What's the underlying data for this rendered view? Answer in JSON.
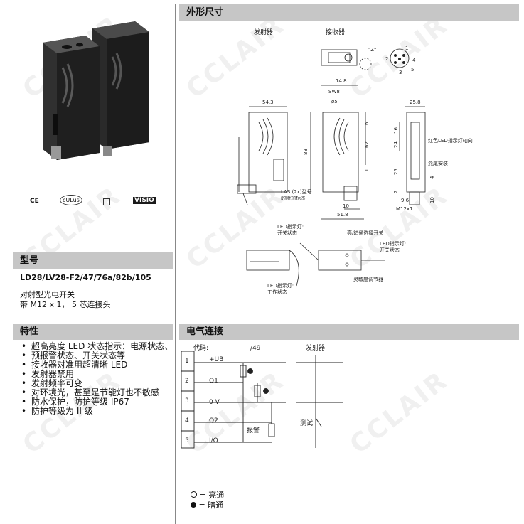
{
  "sections": {
    "dimensions": "外形尺寸",
    "model": "型号",
    "features": "特性",
    "electrical": "电气连接"
  },
  "left": {
    "cert_ce": "CE",
    "cert_ul": "cULus",
    "cert_sq": "▫",
    "cert_visio": "VISIO",
    "model_code": "LD28/LV28-F2/47/76a/82b/105",
    "desc_line1": "对射型光电开关",
    "desc_line2": "带 M12 x 1， 5 芯连接头",
    "features": [
      "超高亮度 LED 状态指示：电源状态、",
      "预报警状态、开关状态等",
      "接收器对准用超清晰 LED",
      "发射器禁用",
      "发射频率可变",
      "对环境光，甚至是节能灯也不敏感",
      "防水保护，防护等级 IP67",
      "防护等级为 II 级"
    ]
  },
  "drawing": {
    "transmitter": "发射器",
    "receiver": "接收器",
    "z_label": "\"Z\"",
    "pins": [
      "1",
      "2",
      "3",
      "4",
      "5"
    ],
    "dims": {
      "d543": "54.3",
      "d148": "14.8",
      "sw8": "SW8",
      "d5": "ø5",
      "d258": "25.8",
      "d88": "88",
      "d62": "62",
      "d11": "11",
      "d10a": "10",
      "d6": "6",
      "d16": "16",
      "d24": "24",
      "d25": "25",
      "d4": "4",
      "d2": "2",
      "d10b": "10",
      "d96": "9.6",
      "m12": "M12x1",
      "d10c": "10",
      "d518": "51.8"
    },
    "notes": {
      "red_led": "红色LED指示灯轴向",
      "dovetail": "燕尾安装",
      "las1": "LAS (2x)型号",
      "las2": "的附加标签",
      "led_switch1": "LED指示灯:",
      "led_switch2": "开关状态",
      "light_dark": "亮/暗通选择开关",
      "led_switch3": "LED指示灯:",
      "led_switch4": "开关状态",
      "sens_adj": "灵敏度调节器",
      "led_work1": "LED指示灯:",
      "led_work2": "工作状态"
    }
  },
  "wiring": {
    "code_label": "代码:",
    "code_value": "/49",
    "transmitter": "发射器",
    "pins": [
      "1",
      "2",
      "3",
      "4",
      "5"
    ],
    "signals": [
      "+UB",
      "Q1",
      "0 V",
      "Q2",
      "I/O"
    ],
    "alarm": "报警",
    "test": "测试",
    "legend_open": "= 亮通",
    "legend_dark": "= 暗通"
  }
}
